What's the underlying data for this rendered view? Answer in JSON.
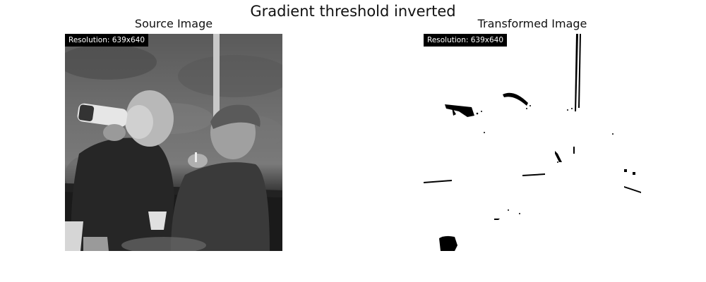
{
  "figure": {
    "title": "Gradient threshold inverted"
  },
  "left_panel": {
    "title": "Source Image",
    "resolution_label": "Resolution: 639x640"
  },
  "right_panel": {
    "title": "Transformed Image",
    "resolution_label": "Resolution: 639x640"
  }
}
